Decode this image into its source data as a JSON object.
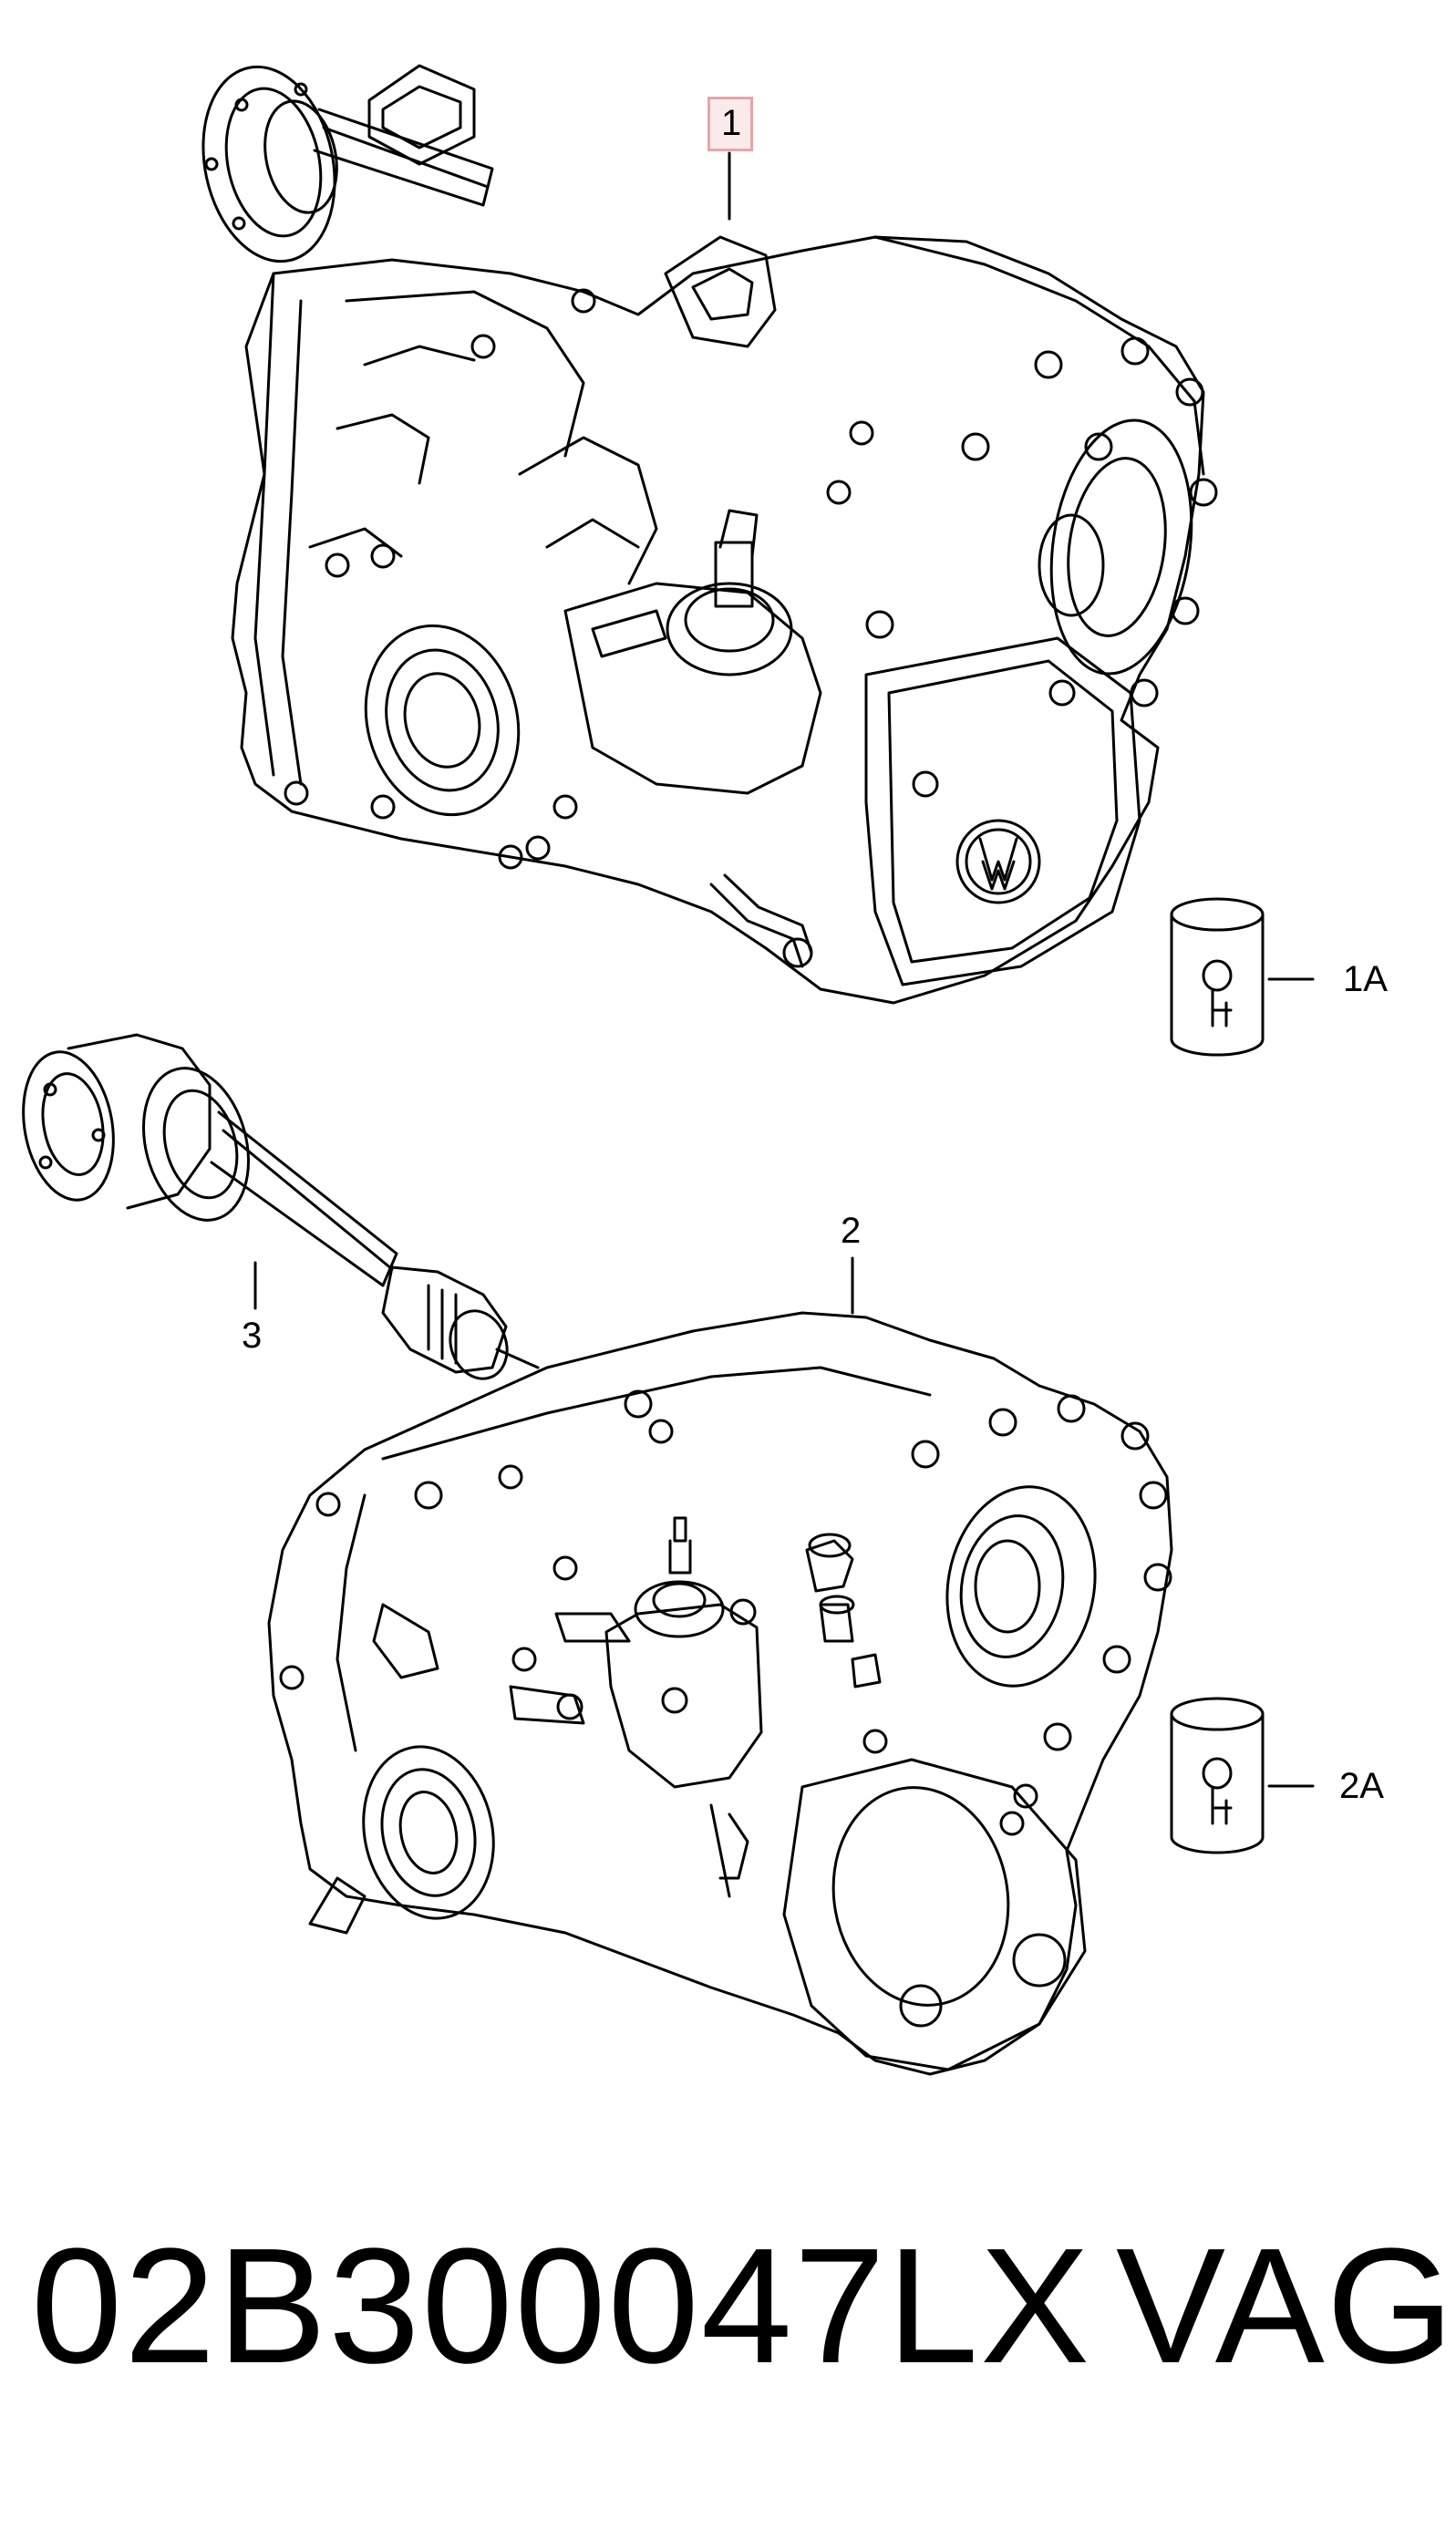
{
  "callouts": {
    "item_1": "1",
    "item_1a": "1A",
    "item_2": "2",
    "item_2a": "2A",
    "item_3": "3"
  },
  "footer": {
    "part_number": "02B300047LX",
    "brand": "VAG"
  },
  "colors": {
    "line": "#000000",
    "highlight_border": "#e8a4a8",
    "highlight_fill": "#fbeaea"
  }
}
